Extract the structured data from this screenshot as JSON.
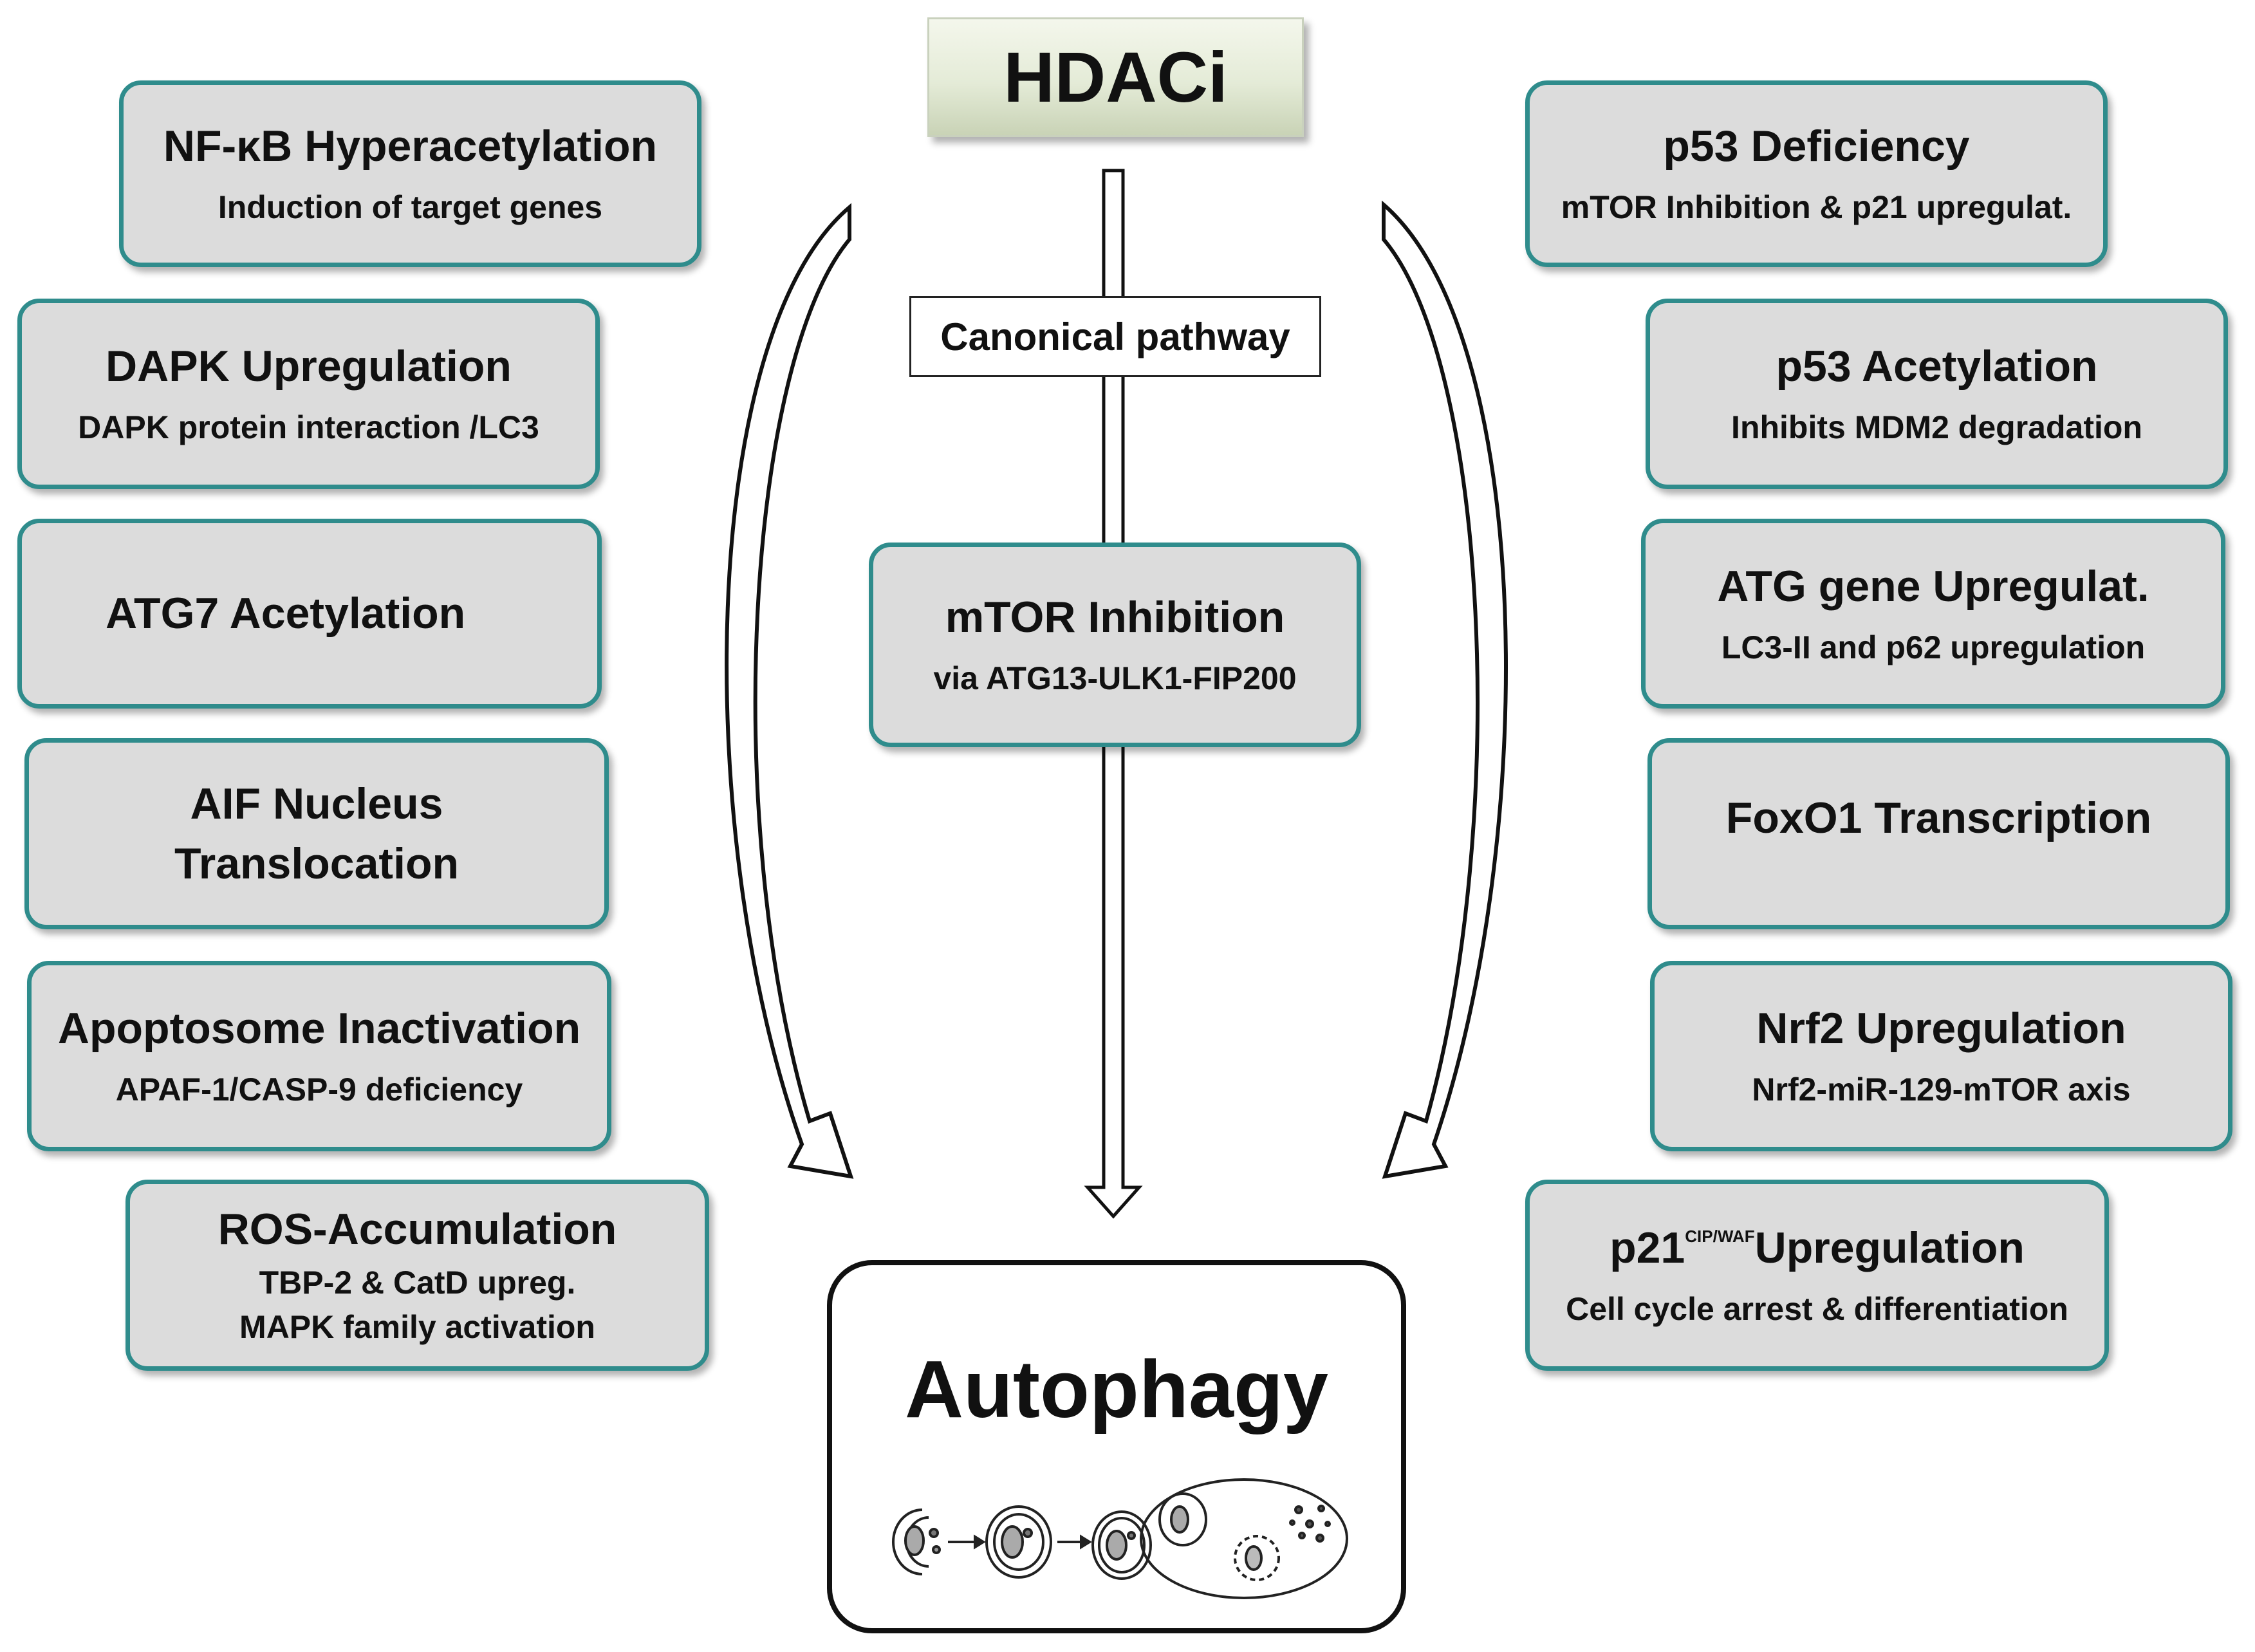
{
  "top": {
    "label": "HDACi"
  },
  "center": {
    "pathway_label": "Canonical pathway",
    "mtor": {
      "title": "mTOR Inhibition",
      "sub": "via ATG13-ULK1-FIP200"
    }
  },
  "left_boxes": [
    {
      "title": "NF-κB Hyperacetylation",
      "sub": [
        "Induction of  target genes"
      ]
    },
    {
      "title": "DAPK  Upregulation",
      "sub": [
        "DAPK protein interaction /LC3"
      ]
    },
    {
      "title": "ATG7  Acetylation",
      "sub": []
    },
    {
      "title": "AIF Nucleus",
      "title2": "Translocation",
      "sub": []
    },
    {
      "title": "Apoptosome Inactivation",
      "sub": [
        "APAF-1/CASP-9 deficiency"
      ]
    },
    {
      "title": "ROS-Accumulation",
      "sub": [
        "TBP-2 & CatD upreg.",
        "MAPK family activation"
      ]
    }
  ],
  "right_boxes": [
    {
      "title": "p53 Deficiency",
      "sub": [
        "mTOR Inhibition & p21 upregulat."
      ]
    },
    {
      "title": "p53 Acetylation",
      "sub": [
        "Inhibits MDM2 degradation"
      ]
    },
    {
      "title": "ATG  gene Upregulat.",
      "sub": [
        "LC3-II and p62 upregulation"
      ]
    },
    {
      "title": "FoxO1 Transcription",
      "sub": []
    },
    {
      "title": "Nrf2 Upregulation",
      "sub": [
        "Nrf2-miR-129-mTOR axis"
      ]
    },
    {
      "title": "p21",
      "sup": "CIP/WAF",
      "title_rest": "Upregulation",
      "sub": [
        "Cell cycle arrest & differentiation"
      ]
    }
  ],
  "bottom": {
    "title": "Autophagy"
  },
  "colors": {
    "box_border": "#2f8c8c",
    "box_fill": "#dcdcdc",
    "hdaci_fill": "#e4ebd7"
  }
}
